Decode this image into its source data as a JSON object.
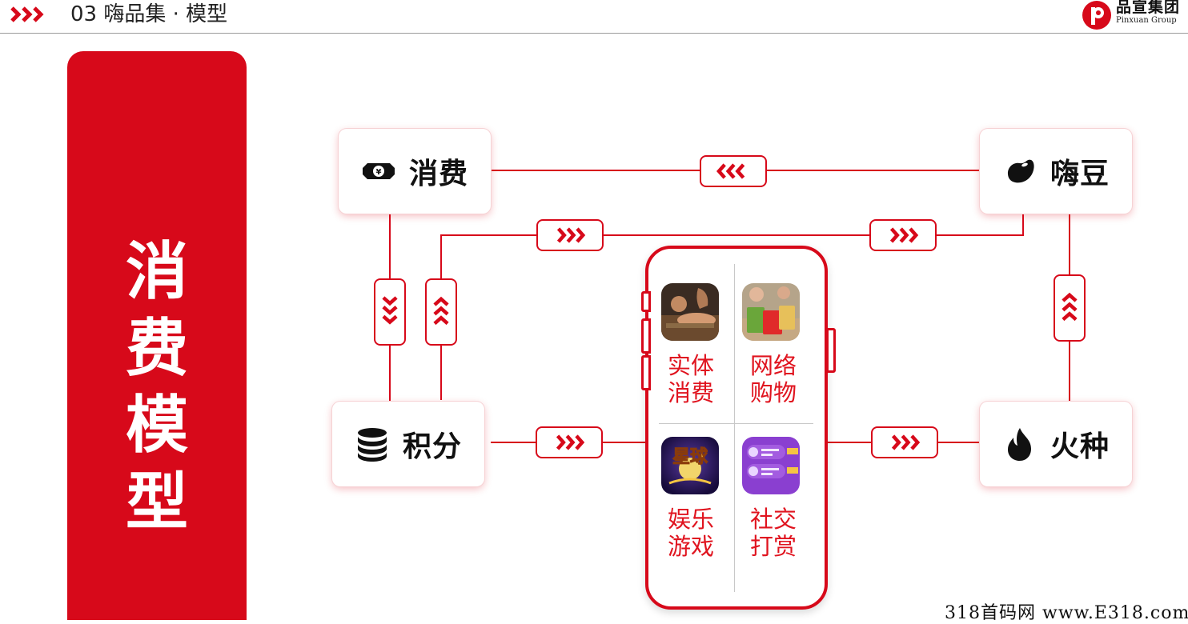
{
  "header": {
    "title": "03 嗨品集 · 模型"
  },
  "logo": {
    "name_cn": "品宣集团",
    "name_en": "Pinxuan Group"
  },
  "side": {
    "title": "消\n费\n模\n型"
  },
  "nodes": {
    "consume": {
      "label": "消费",
      "icon": "money-icon"
    },
    "haidou": {
      "label": "嗨豆",
      "icon": "bean-icon"
    },
    "points": {
      "label": "积分",
      "icon": "database-icon"
    },
    "spark": {
      "label": "火种",
      "icon": "flame-icon"
    }
  },
  "apps": [
    {
      "label": "实体\n消费",
      "icon": "massage-photo"
    },
    {
      "label": "网络\n购物",
      "icon": "shopping-photo"
    },
    {
      "label": "娱乐\n游戏",
      "icon": "game-icon"
    },
    {
      "label": "社交\n打赏",
      "icon": "social-app-icon"
    }
  ],
  "game_logo_text": "星球",
  "watermark": "318首码网 www.E318.com",
  "colors": {
    "accent": "#d7091a",
    "app_label": "#e0141f"
  }
}
